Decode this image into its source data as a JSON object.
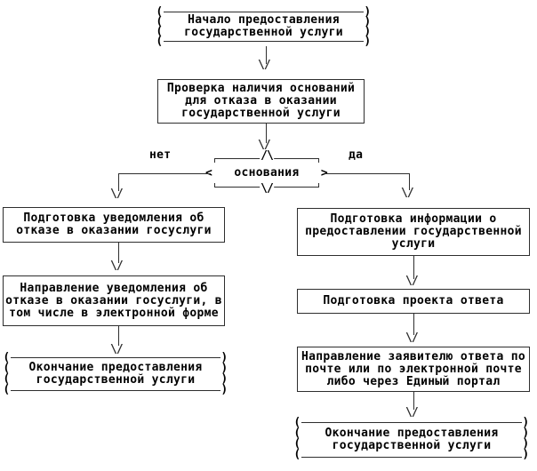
{
  "colors": {
    "background": "#ffffff",
    "line": "#2e2e2e",
    "text": "#000000"
  },
  "labels": {
    "no": "нет",
    "yes": "да"
  },
  "glyphs": {
    "paren_left": "(\n(\n(\n(",
    "paren_right": ")\n)\n)\n)",
    "arrow_down": "\\/",
    "diamond_peak": "/\\",
    "diamond_valley": "\\/",
    "angle_left": "<",
    "angle_right": ">"
  },
  "nodes": {
    "start": {
      "lines": [
        "Начало предоставления",
        "государственной услуги"
      ]
    },
    "check": {
      "lines": [
        "Проверка наличия оснований",
        "для отказа в оказании",
        "государственной услуги"
      ]
    },
    "decision": {
      "label": "основания"
    },
    "refusal_notice": {
      "lines": [
        "Подготовка уведомления об",
        "отказе в оказании госуслуги"
      ]
    },
    "send_refusal": {
      "lines": [
        "Направление уведомления об",
        "отказе в оказании госуслуги, в",
        "том числе в электронной форме"
      ]
    },
    "end_left": {
      "lines": [
        "Окончание предоставления",
        "государственной услуги"
      ]
    },
    "prepare_info": {
      "lines": [
        "Подготовка информации о",
        "предоставлении государственной",
        "услуги"
      ]
    },
    "draft_answer": {
      "lines": [
        "Подготовка проекта ответа"
      ]
    },
    "send_answer": {
      "lines": [
        "Направление заявителю ответа по",
        "почте или по электронной почте",
        "либо через Единый портал"
      ]
    },
    "end_right": {
      "lines": [
        "Окончание предоставления",
        "государственной услуги"
      ]
    }
  }
}
